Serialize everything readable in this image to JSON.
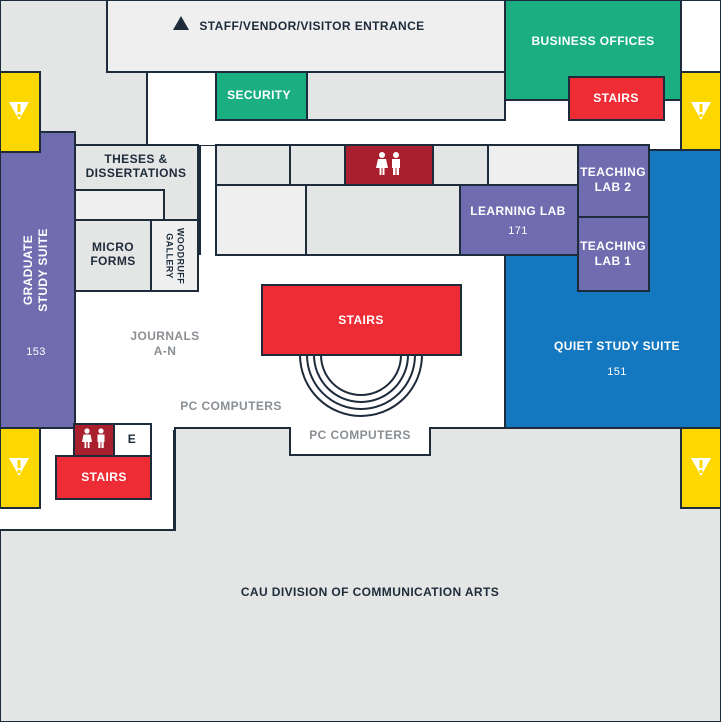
{
  "labels": {
    "staff_entrance": "STAFF/VENDOR/VISITOR ENTRANCE",
    "business_offices": "BUSINESS OFFICES",
    "security": "SECURITY",
    "stairs_ne": "STAIRS",
    "theses_l1": "THESES &",
    "theses_l2": "DISSERTATIONS",
    "teaching_lab_2_l1": "TEACHING",
    "teaching_lab_2_l2": "LAB 2",
    "learning_lab": "LEARNING LAB",
    "learning_lab_num": "171",
    "micro_l1": "MICRO",
    "micro_l2": "FORMS",
    "woodruff_l1": "WOODRUFF",
    "woodruff_l2": "GALLERY",
    "teaching_lab_1_l1": "TEACHING",
    "teaching_lab_1_l2": "LAB 1",
    "graduate_l1": "GRADUATE",
    "graduate_l2": "STUDY SUITE",
    "graduate_num": "153",
    "stairs_center": "STAIRS",
    "journals_l1": "JOURNALS",
    "journals_l2": "A-N",
    "quiet_study": "QUIET STUDY SUITE",
    "quiet_study_num": "151",
    "pc_computers_left": "PC COMPUTERS",
    "pc_computers_center": "PC   COMPUTERS",
    "elevator": "E",
    "stairs_sw": "STAIRS",
    "cau_division": "CAU DIVISION OF COMMUNICATION ARTS"
  },
  "icons": {
    "entrance": "entrance-triangle-icon",
    "restroom": "restroom-icon",
    "emergency_exit": "emergency-exit-icon"
  },
  "colors": {
    "background": "#e4e5e5",
    "walkway": "#ffffff",
    "wall": "#1d2b3a",
    "green": "#1aae80",
    "red": "#ee2c35",
    "dark_red": "#aa1f2e",
    "purple": "#6f6cb0",
    "blue": "#1478c1",
    "yellow": "#fcd800"
  }
}
